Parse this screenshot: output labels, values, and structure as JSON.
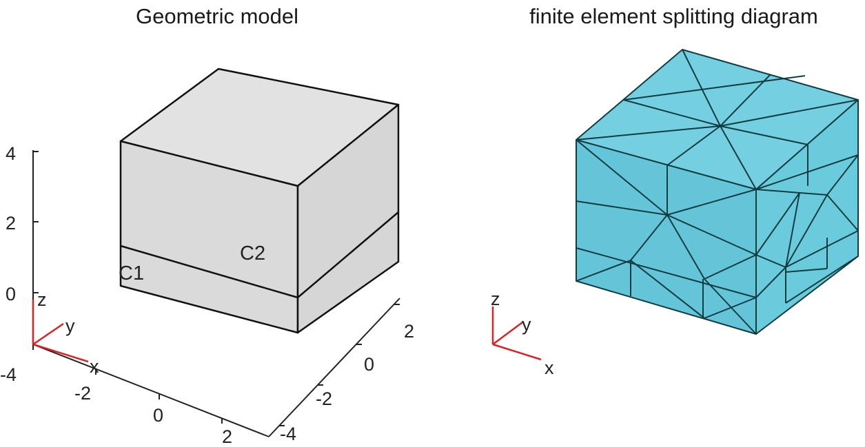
{
  "panels": {
    "left": {
      "title": "Geometric model",
      "domain_labels": {
        "c1": "C1",
        "c2": "C2"
      },
      "z_ticks": [
        "4",
        "2",
        "0"
      ],
      "x_ticks": [
        "-4",
        "-2",
        "0",
        "2"
      ],
      "y_ticks": [
        "2",
        "0",
        "-2",
        "-4"
      ],
      "triad": {
        "x": "x",
        "y": "y",
        "z": "z"
      },
      "colors": {
        "solid": "#dcdcdc",
        "edge": "#111111",
        "triad": "#e02020",
        "axis": "#222222"
      }
    },
    "right": {
      "title": "finite element splitting diagram",
      "triad": {
        "x": "x",
        "y": "y",
        "z": "z"
      },
      "colors": {
        "mesh_fill": "#6cc8da",
        "mesh_edge": "#0f3c40",
        "triad": "#e02020"
      }
    }
  }
}
